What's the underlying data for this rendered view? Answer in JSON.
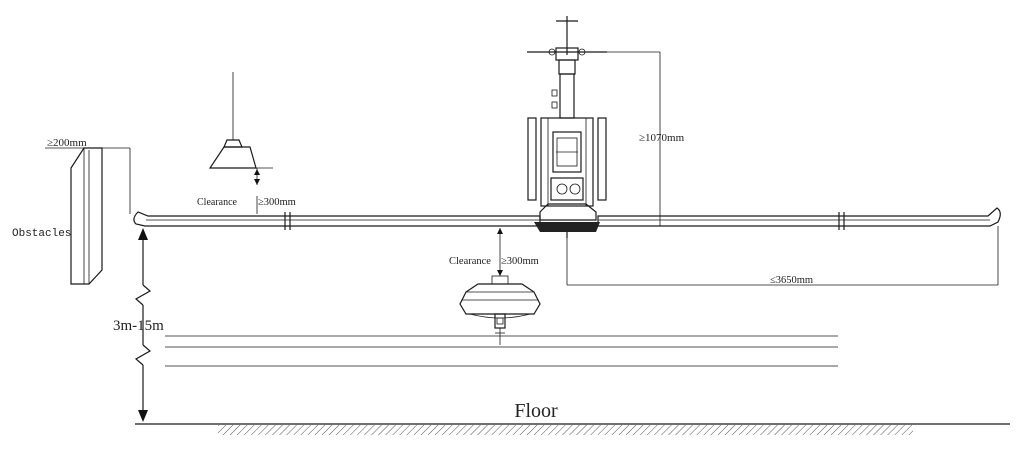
{
  "labels": {
    "obstacle_gap": "≥200mm",
    "obstacles": "Obstacles",
    "lamp_clearance_word": "Clearance",
    "lamp_clearance_value": "≥300mm",
    "top_clearance": "≥1070mm",
    "lower_clearance_word": "Clearance",
    "lower_clearance_value": "≥300mm",
    "radius": "≤3650mm",
    "height": "3m-15m",
    "floor": "Floor"
  }
}
